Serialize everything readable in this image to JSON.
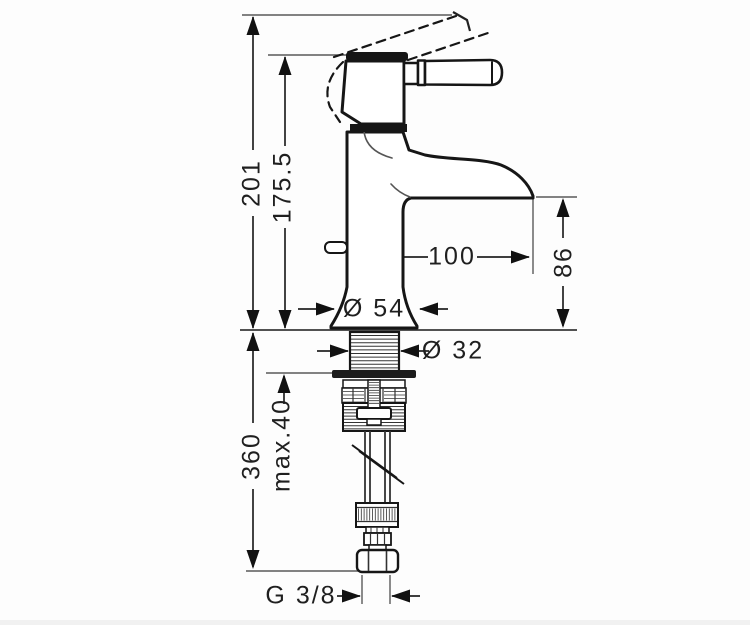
{
  "labels": {
    "total_height": "201",
    "spout_height": "175.5",
    "spout_reach": "100",
    "outlet_height": "86",
    "base_diameter": "Ø 54",
    "shank_diameter": "Ø 32",
    "below_deck_length": "360",
    "max_mounting_depth": "max.40",
    "connection_thread": "G 3/8"
  }
}
